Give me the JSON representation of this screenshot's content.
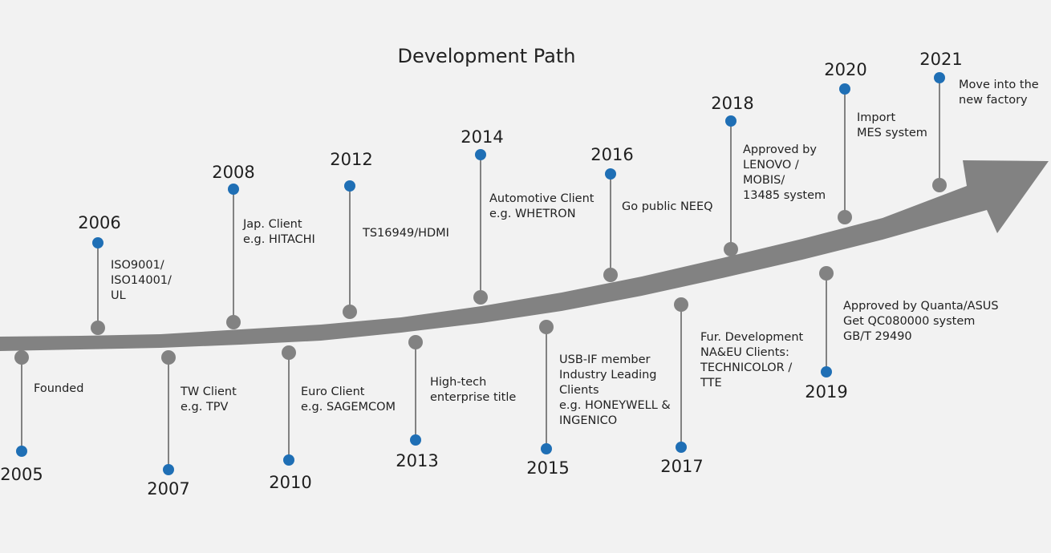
{
  "title": "Development Path",
  "colors": {
    "background": "#f2f2f2",
    "arrow": "#828282",
    "stem": "#828282",
    "node": "#828282",
    "dot": "#1f6fb5",
    "text": "#222222"
  },
  "milestones": [
    {
      "year": "2005",
      "text": "Founded"
    },
    {
      "year": "2006",
      "text": "ISO9001/\nISO14001/\nUL"
    },
    {
      "year": "2007",
      "text": "TW Client\ne.g.  TPV"
    },
    {
      "year": "2008",
      "text": "Jap. Client\ne.g. HITACHI"
    },
    {
      "year": "2010",
      "text": "Euro Client\ne.g.  SAGEMCOM"
    },
    {
      "year": "2012",
      "text": "TS16949/HDMI"
    },
    {
      "year": "2013",
      "text": "High-tech\nenterprise title"
    },
    {
      "year": "2014",
      "text": "Automotive Client\ne.g.  WHETRON"
    },
    {
      "year": "2015",
      "text": "USB-IF member\nIndustry Leading\nClients\ne.g. HONEYWELL &\nINGENICO"
    },
    {
      "year": "2016",
      "text": "Go public NEEQ"
    },
    {
      "year": "2017",
      "text": "Fur. Development\nNA&EU Clients:\nTECHNICOLOR /\nTTE"
    },
    {
      "year": "2018",
      "text": "Approved by\nLENOVO /\nMOBIS/\n13485 system"
    },
    {
      "year": "2019",
      "text": "Approved by Quanta/ASUS\nGet QC080000 system\nGB/T 29490"
    },
    {
      "year": "2020",
      "text": "Import\nMES system"
    },
    {
      "year": "2021",
      "text": "Move into the\nnew factory"
    }
  ]
}
